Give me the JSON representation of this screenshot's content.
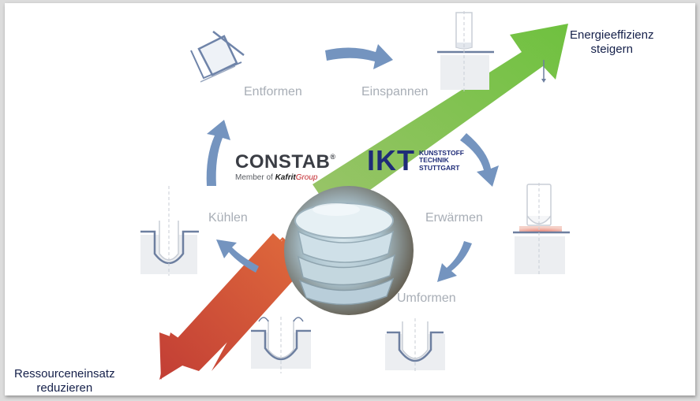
{
  "process_steps": {
    "demould": "Entformen",
    "clamp": "Einspannen",
    "heat": "Erwärmen",
    "form": "Umformen",
    "cool": "Kühlen"
  },
  "goals": {
    "energy_line1": "Energieeffizienz",
    "energy_line2": "steigern",
    "resource_line1": "Ressourceneinsatz",
    "resource_line2": "reduzieren"
  },
  "logos": {
    "constab_name": "CONSTAB",
    "constab_reg": "®",
    "constab_member_prefix": "Member of ",
    "constab_member_brand": "Kafrit",
    "constab_member_group": "Group",
    "ikt_letters": "IKT",
    "ikt_line1": "KUNSTSTOFF",
    "ikt_line2": "TECHNIK",
    "ikt_line3": "STUTTGART"
  },
  "colors": {
    "cycle_arrow": "#6f8fb9",
    "green_arrow": "#6fc13f",
    "red_arrow": "#c8433a",
    "label_gray": "#a8aeb6",
    "goal_text": "#15204a"
  }
}
